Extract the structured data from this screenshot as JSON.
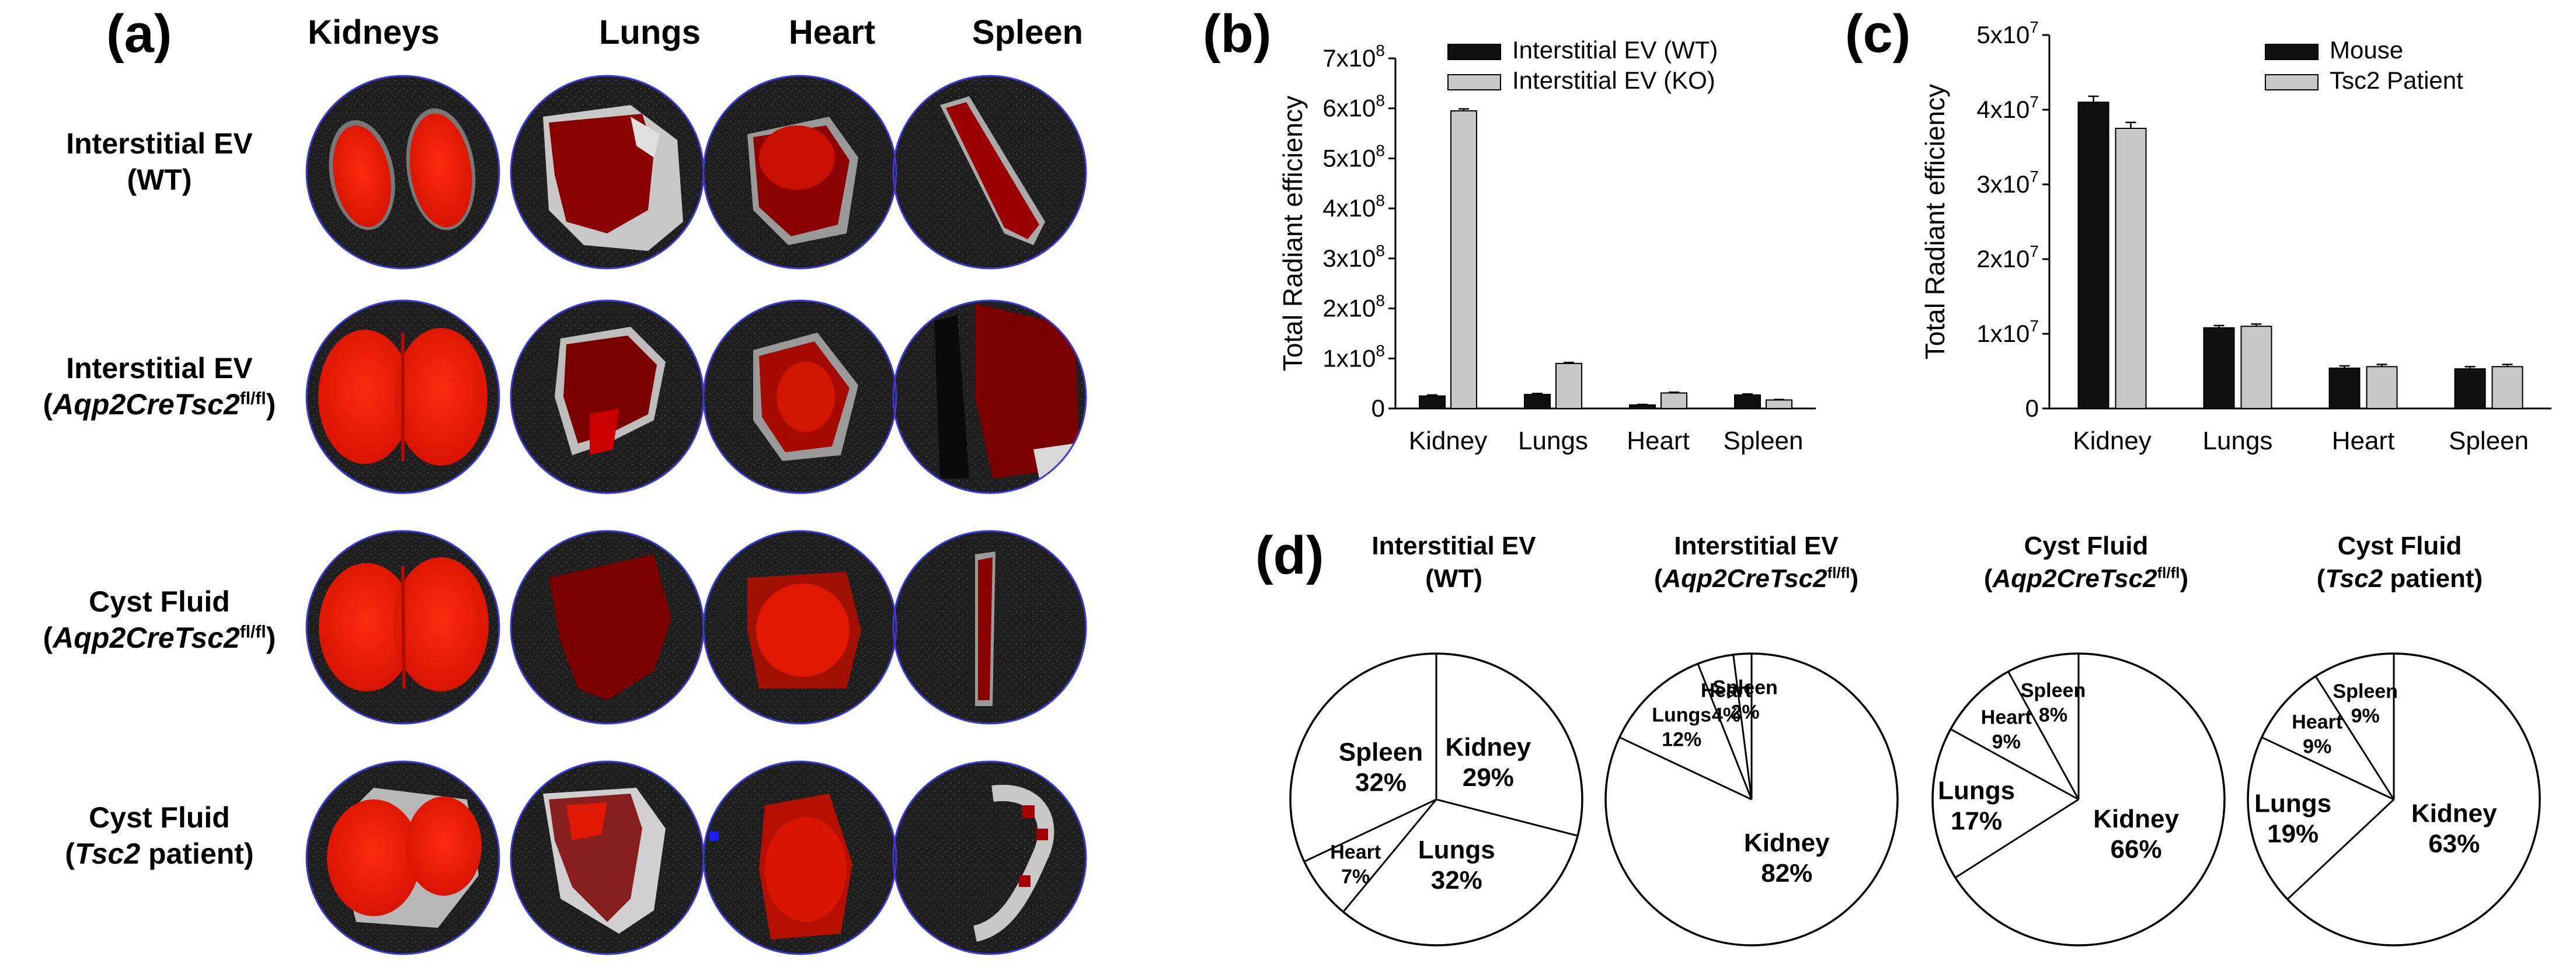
{
  "panels": {
    "a": "(a)",
    "b": "(b)",
    "c": "(c)",
    "d": "(d)"
  },
  "imaging": {
    "columns": [
      "Kidneys",
      "Lungs",
      "Heart",
      "Spleen"
    ],
    "rows": [
      {
        "line1": "Interstitial EV",
        "line2": "(WT)"
      },
      {
        "line1": "Interstitial EV",
        "line2_pre": "(",
        "line2_it": "Aqp2CreTsc2",
        "line2_sup": "fl/fl",
        "line2_post": ")"
      },
      {
        "line1": "Cyst Fluid",
        "line2_pre": "(",
        "line2_it": "Aqp2CreTsc2",
        "line2_sup": "fl/fl",
        "line2_post": ")"
      },
      {
        "line1": "Cyst Fluid",
        "line2_pre": "(",
        "line2_it": "Tsc2",
        "line2_post": " patient)"
      }
    ]
  },
  "chart_data": [
    {
      "panel": "b",
      "type": "bar",
      "categories": [
        "Kidney",
        "Lungs",
        "Heart",
        "Spleen"
      ],
      "series": [
        {
          "name": "Interstitial EV (WT)",
          "values": [
            25000000,
            28000000,
            7000000,
            27000000
          ],
          "error": [
            2000000,
            2000000,
            1000000,
            2000000
          ],
          "color": "#111111"
        },
        {
          "name": "Interstitial EV (KO)",
          "values": [
            595000000,
            90000000,
            31000000,
            17000000
          ],
          "error": [
            4000000,
            2000000,
            1500000,
            1000000
          ],
          "color": "#c8c8c8"
        }
      ],
      "ylabel": "Total Radiant efficiency",
      "ylim": [
        0,
        700000000
      ],
      "yticks": [
        0,
        100000000,
        200000000,
        300000000,
        400000000,
        500000000,
        600000000,
        700000000
      ],
      "ytick_labels": [
        {
          "base": "0",
          "exp": ""
        },
        {
          "base": "1x10",
          "exp": "8"
        },
        {
          "base": "2x10",
          "exp": "8"
        },
        {
          "base": "3x10",
          "exp": "8"
        },
        {
          "base": "4x10",
          "exp": "8"
        },
        {
          "base": "5x10",
          "exp": "8"
        },
        {
          "base": "6x10",
          "exp": "8"
        },
        {
          "base": "7x10",
          "exp": "8"
        }
      ],
      "legend_position": "top-right"
    },
    {
      "panel": "c",
      "type": "bar",
      "categories": [
        "Kidney",
        "Lungs",
        "Heart",
        "Spleen"
      ],
      "series": [
        {
          "name": "Mouse",
          "values": [
            41000000,
            10800000,
            5400000,
            5300000
          ],
          "error": [
            800000,
            300000,
            300000,
            300000
          ],
          "color": "#111111"
        },
        {
          "name": "Tsc2 Patient",
          "values": [
            37500000,
            11000000,
            5600000,
            5600000
          ],
          "error": [
            800000,
            300000,
            300000,
            300000
          ],
          "color": "#c8c8c8"
        }
      ],
      "ylabel": "Total Radiant efficiency",
      "ylim": [
        0,
        50000000
      ],
      "yticks": [
        0,
        10000000,
        20000000,
        30000000,
        40000000,
        50000000
      ],
      "ytick_labels": [
        {
          "base": "0",
          "exp": ""
        },
        {
          "base": "1x10",
          "exp": "7"
        },
        {
          "base": "2x10",
          "exp": "7"
        },
        {
          "base": "3x10",
          "exp": "7"
        },
        {
          "base": "4x10",
          "exp": "7"
        },
        {
          "base": "5x10",
          "exp": "7"
        }
      ],
      "legend_position": "top-right"
    },
    {
      "panel": "d1",
      "type": "pie",
      "title_line1": "Interstitial EV",
      "title_line2": "(WT)",
      "slices": [
        {
          "label": "Kidney",
          "value": 29,
          "text": "29%"
        },
        {
          "label": "Lungs",
          "value": 32,
          "text": "32%"
        },
        {
          "label": "Heart",
          "value": 7,
          "text": "7%"
        },
        {
          "label": "Spleen",
          "value": 32,
          "text": "32%"
        }
      ]
    },
    {
      "panel": "d2",
      "type": "pie",
      "title_line1": "Interstitial EV",
      "title_line2_pre": "(",
      "title_line2_it": "Aqp2CreTsc2",
      "title_line2_sup": "fl/fl",
      "title_line2_post": ")",
      "slices": [
        {
          "label": "Kidney",
          "value": 82,
          "text": "82%"
        },
        {
          "label": "Lungs",
          "value": 12,
          "text": "12%"
        },
        {
          "label": "Heart",
          "value": 4,
          "text": "4%"
        },
        {
          "label": "Spleen",
          "value": 2,
          "text": "2%"
        }
      ]
    },
    {
      "panel": "d3",
      "type": "pie",
      "title_line1": "Cyst Fluid",
      "title_line2_pre": "(",
      "title_line2_it": "Aqp2CreTsc2",
      "title_line2_sup": "fl/fl",
      "title_line2_post": ")",
      "slices": [
        {
          "label": "Kidney",
          "value": 66,
          "text": "66%"
        },
        {
          "label": "Lungs",
          "value": 17,
          "text": "17%"
        },
        {
          "label": "Heart",
          "value": 9,
          "text": "9%"
        },
        {
          "label": "Spleen",
          "value": 8,
          "text": "8%"
        }
      ]
    },
    {
      "panel": "d4",
      "type": "pie",
      "title_line1": "Cyst Fluid",
      "title_line2_pre": "(",
      "title_line2_it": "Tsc2",
      "title_line2_post": " patient)",
      "slices": [
        {
          "label": "Kidney",
          "value": 63,
          "text": "63%"
        },
        {
          "label": "Lungs",
          "value": 19,
          "text": "19%"
        },
        {
          "label": "Heart",
          "value": 9,
          "text": "9%"
        },
        {
          "label": "Spleen",
          "value": 9,
          "text": "9%"
        }
      ]
    }
  ]
}
